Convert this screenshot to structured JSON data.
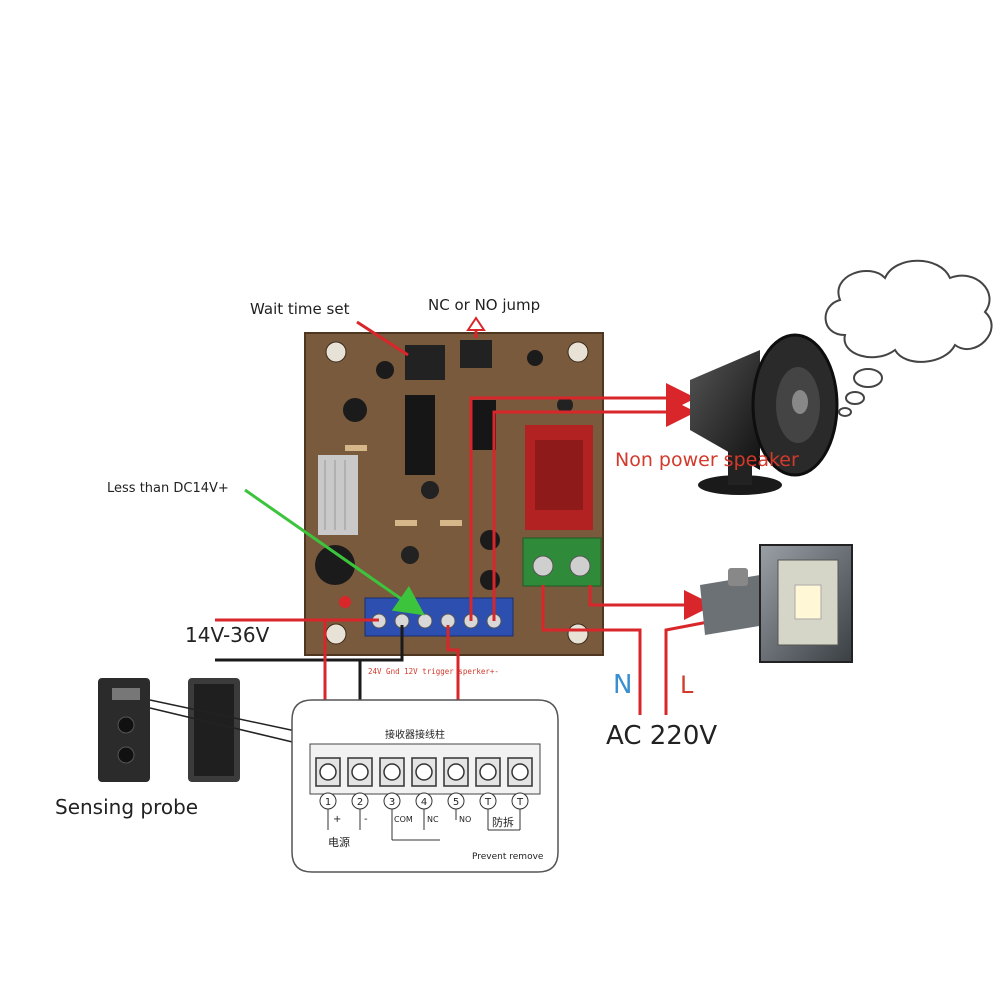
{
  "labels": {
    "wait_time_set": "Wait time set",
    "nc_no_jump": "NC or NO jump",
    "less_than": "Less  than DC14V+",
    "speaker": "Non power speaker",
    "voltage_range": "14V-36V",
    "terminal_caption": "24V  Gnd  12V  trigger  sperker+-",
    "sensing_probe": "Sensing probe",
    "neutral": "N",
    "live": "L",
    "ac_voltage": "AC 220V",
    "prevent_remove": "Prevent remove"
  },
  "probe_panel": {
    "header": "接收器接线柱",
    "terminals": [
      "1",
      "2",
      "3",
      "4",
      "5",
      "T",
      "T"
    ],
    "sub_labels": {
      "plus": "+",
      "minus": "-",
      "com": "COM",
      "nc": "NC",
      "no": "NO",
      "tamper": "防拆",
      "power": "电源"
    }
  },
  "colors": {
    "wire_red": "#d9262a",
    "wire_black": "#1a1a1a",
    "wire_green": "#3cc43c",
    "label_red": "#d23a2b",
    "label_blue": "#3a8fd0",
    "board": "#7a5a3c",
    "terminal_blue": "#2c4fb0",
    "relay_red": "#b32222",
    "terminal_green": "#2f8a3a"
  },
  "icons": [
    "speaker-icon",
    "floodlight-icon",
    "sensing-probe-icon",
    "thought-cloud-icon"
  ]
}
